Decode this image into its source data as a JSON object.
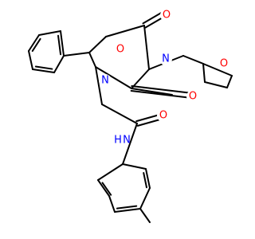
{
  "molecule": {
    "colors": {
      "bond": "#000000",
      "carbon": "#000000",
      "oxygen": "#ff0000",
      "nitrogen": "#0000ff",
      "background": "#ffffff"
    },
    "atoms": [
      {
        "id": "o_furan_fused",
        "label": "O",
        "element": "oxygen"
      },
      {
        "id": "o_c4",
        "label": "O",
        "element": "oxygen"
      },
      {
        "id": "n3",
        "label": "N",
        "element": "nitrogen"
      },
      {
        "id": "o_furyl",
        "label": "O",
        "element": "oxygen"
      },
      {
        "id": "o_c2",
        "label": "O",
        "element": "oxygen"
      },
      {
        "id": "n1",
        "label": "N",
        "element": "nitrogen"
      },
      {
        "id": "o_amide",
        "label": "O",
        "element": "oxygen"
      },
      {
        "id": "n_amide",
        "label": "N",
        "element": "nitrogen"
      },
      {
        "id": "h_amide",
        "label": "H",
        "element": "nitrogen"
      }
    ]
  }
}
